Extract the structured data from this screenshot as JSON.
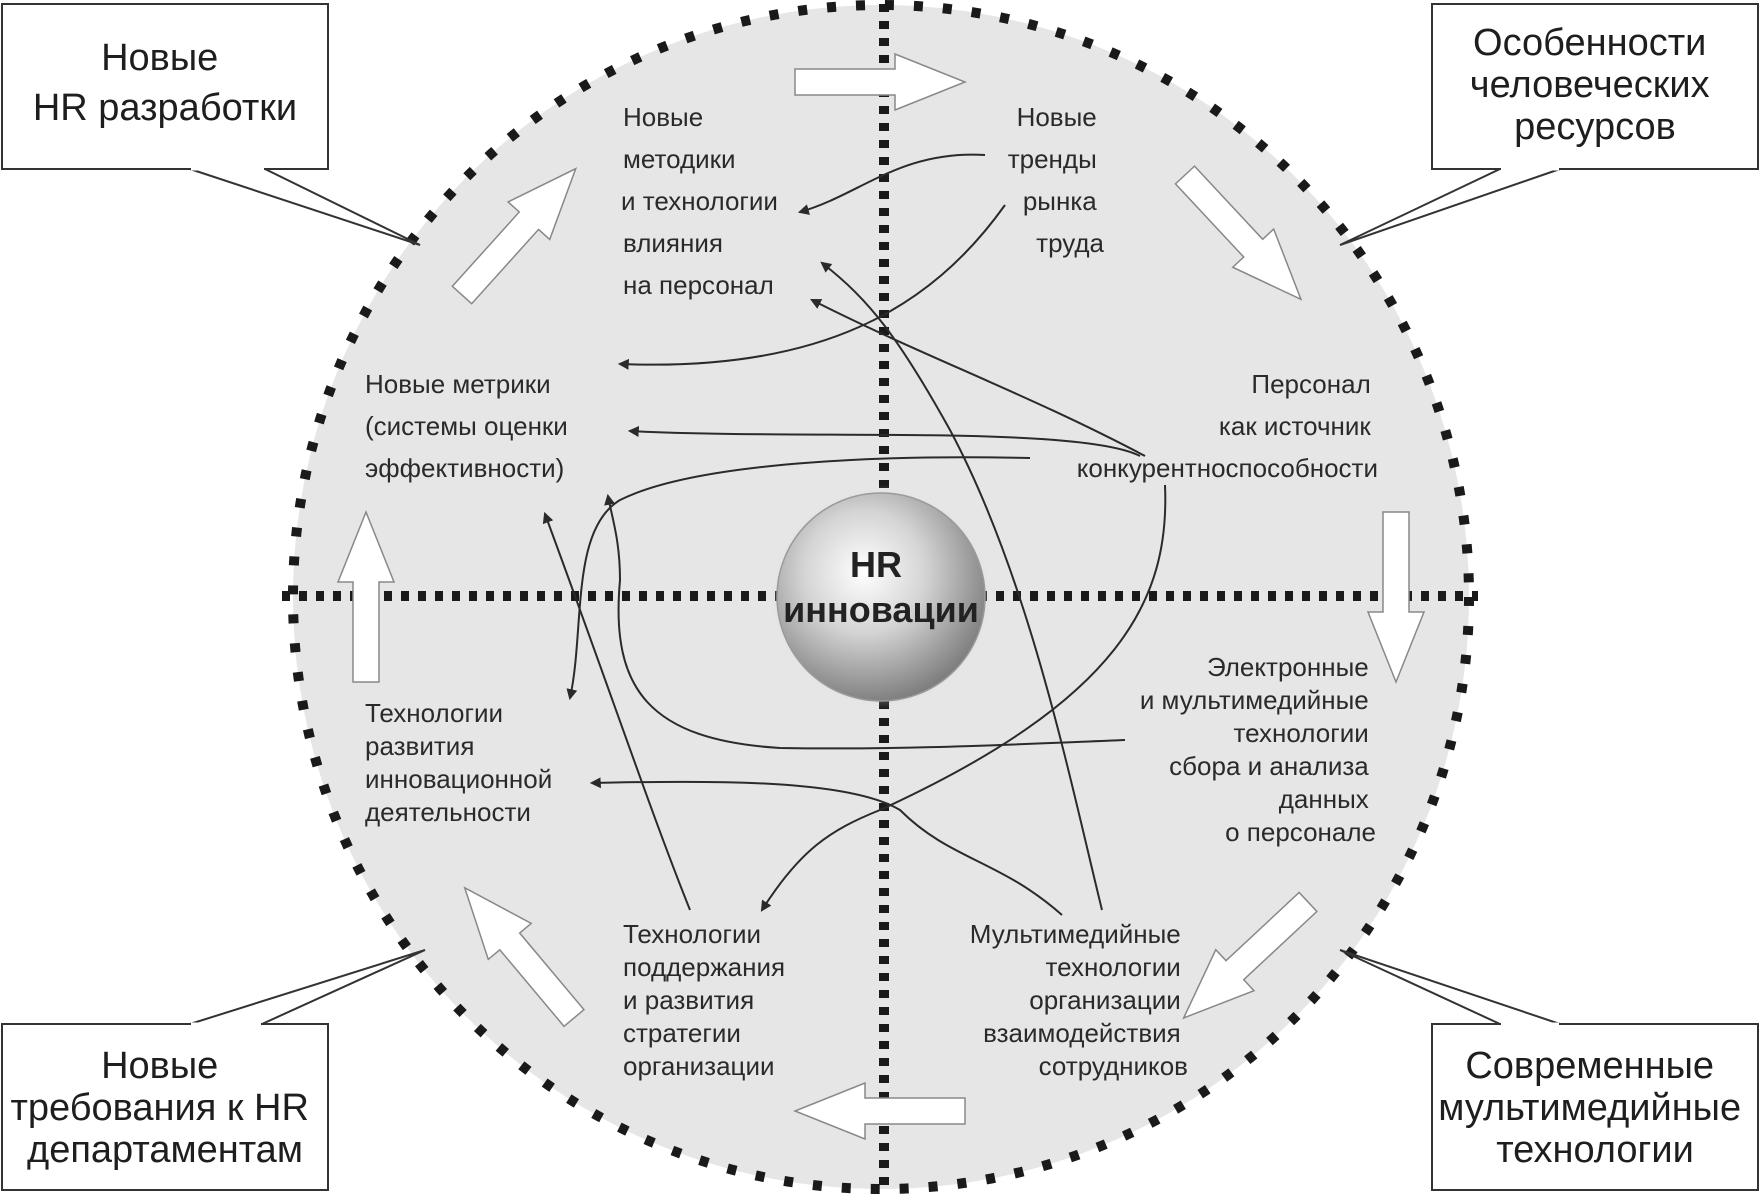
{
  "corner_boxes": {
    "top_left": [
      "Новые",
      "HR разработки"
    ],
    "top_right": [
      "Особенности",
      "человеческих",
      "ресурсов"
    ],
    "bottom_left": [
      "Новые",
      "требования к HR",
      "департаментам"
    ],
    "bottom_right": [
      "Современные",
      "мультимедийные",
      "технологии"
    ]
  },
  "center": [
    "HR",
    "инновации"
  ],
  "nodes": {
    "methods": [
      "Новые",
      "методики",
      "и технологии",
      "влияния",
      "на персонал"
    ],
    "trends": [
      "Новые",
      "тренды",
      "рынка",
      "труда"
    ],
    "metrics": [
      "Новые метрики",
      "(системы оценки",
      "эффективности)"
    ],
    "staff": [
      "Персонал",
      "как источник",
      "конкурентноспособности"
    ],
    "electronic": [
      "Электронные",
      "и мультимедийные",
      "технологии",
      "сбора и анализа",
      "данных",
      "о персонале"
    ],
    "innovation": [
      "Технологии",
      "развития",
      "инновационной",
      "деятельности"
    ],
    "strategy": [
      "Технологии",
      "поддержания",
      "и развития",
      "стратегии",
      "организации"
    ],
    "multimedia": [
      "Мультимедийные",
      "технологии",
      "организации",
      "взаимодействия",
      "сотрудников"
    ]
  },
  "colors": {
    "circle_fill": "#e6e6e6",
    "dots": "#1a1a1a",
    "lines": "#2a2a2a",
    "box_border": "#333333"
  }
}
